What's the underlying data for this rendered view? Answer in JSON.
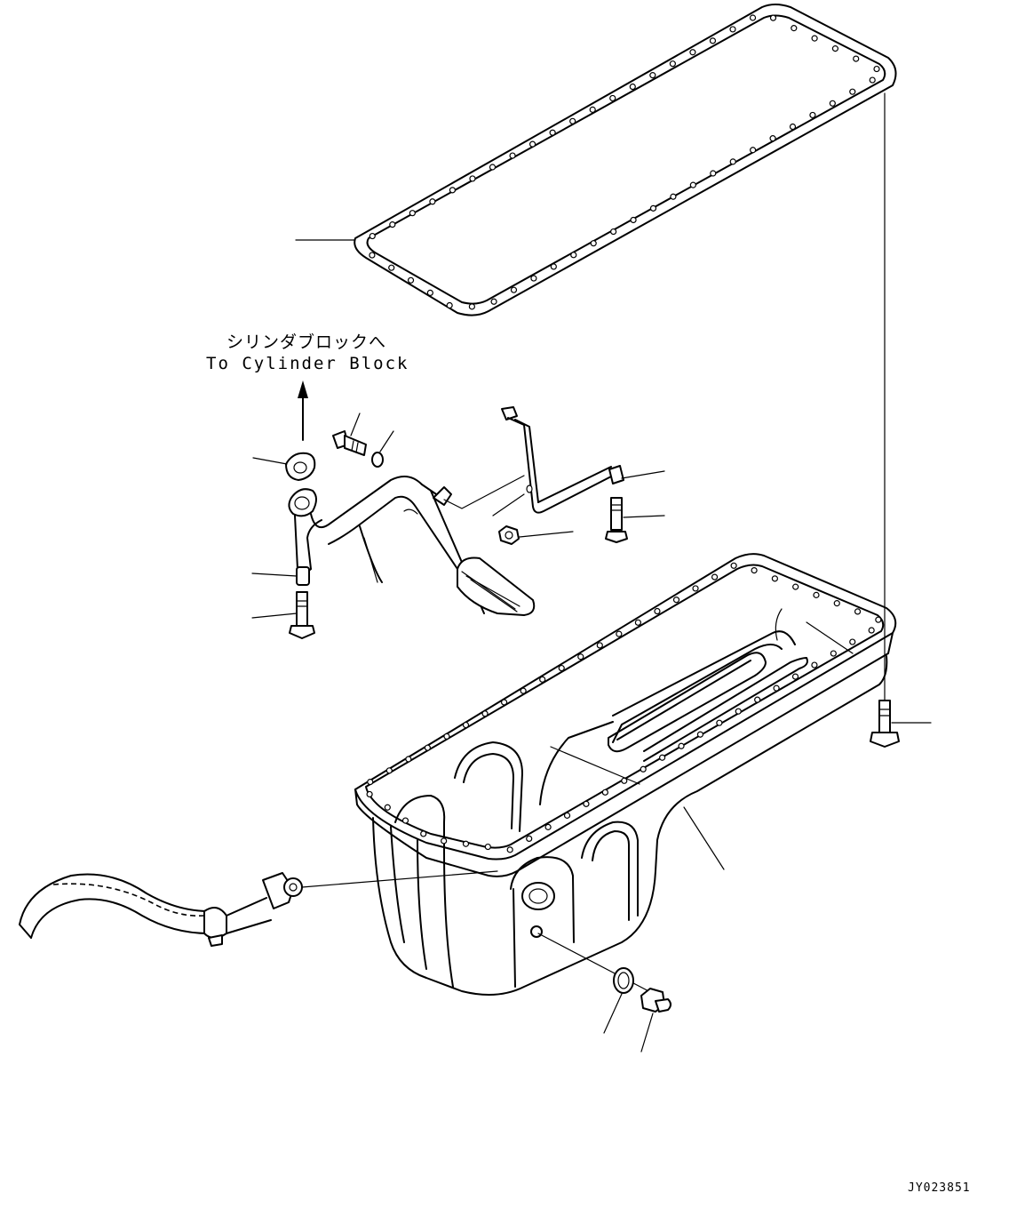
{
  "annotation": {
    "destination_jp": "シリンダブロックへ",
    "destination_en": "To Cylinder Block"
  },
  "drawing_code": "JY023851",
  "parts": [
    "oil-pan-gasket",
    "gasket",
    "oil-suction-pipe",
    "bolt",
    "washer",
    "bracket",
    "nut",
    "spacer",
    "oil-pan",
    "o-ring",
    "drain-plug",
    "drain-hose"
  ]
}
